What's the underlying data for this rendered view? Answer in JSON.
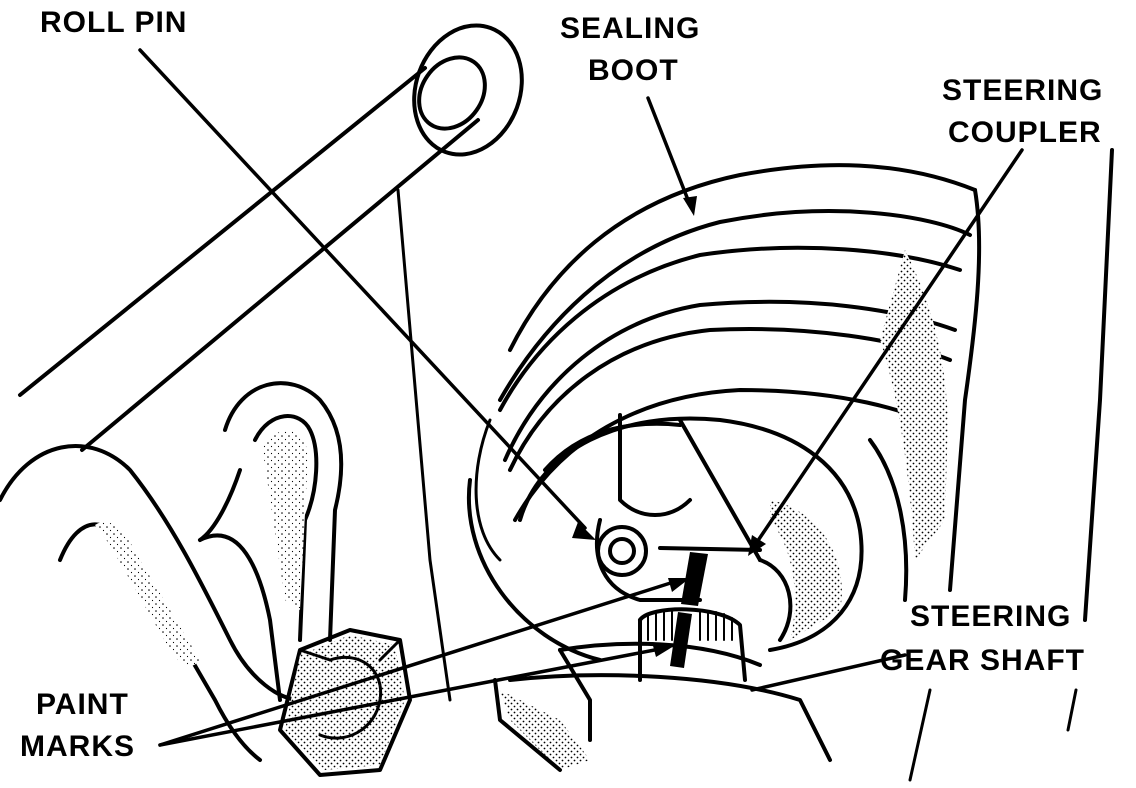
{
  "labels": {
    "roll_pin": "ROLL PIN",
    "sealing_boot_1": "SEALING",
    "sealing_boot_2": "BOOT",
    "steering_coupler_1": "STEERING",
    "steering_coupler_2": "COUPLER",
    "paint_marks_1": "PAINT",
    "paint_marks_2": "MARKS",
    "steering_gear_shaft_1": "STEERING",
    "steering_gear_shaft_2": "GEAR SHAFT"
  }
}
